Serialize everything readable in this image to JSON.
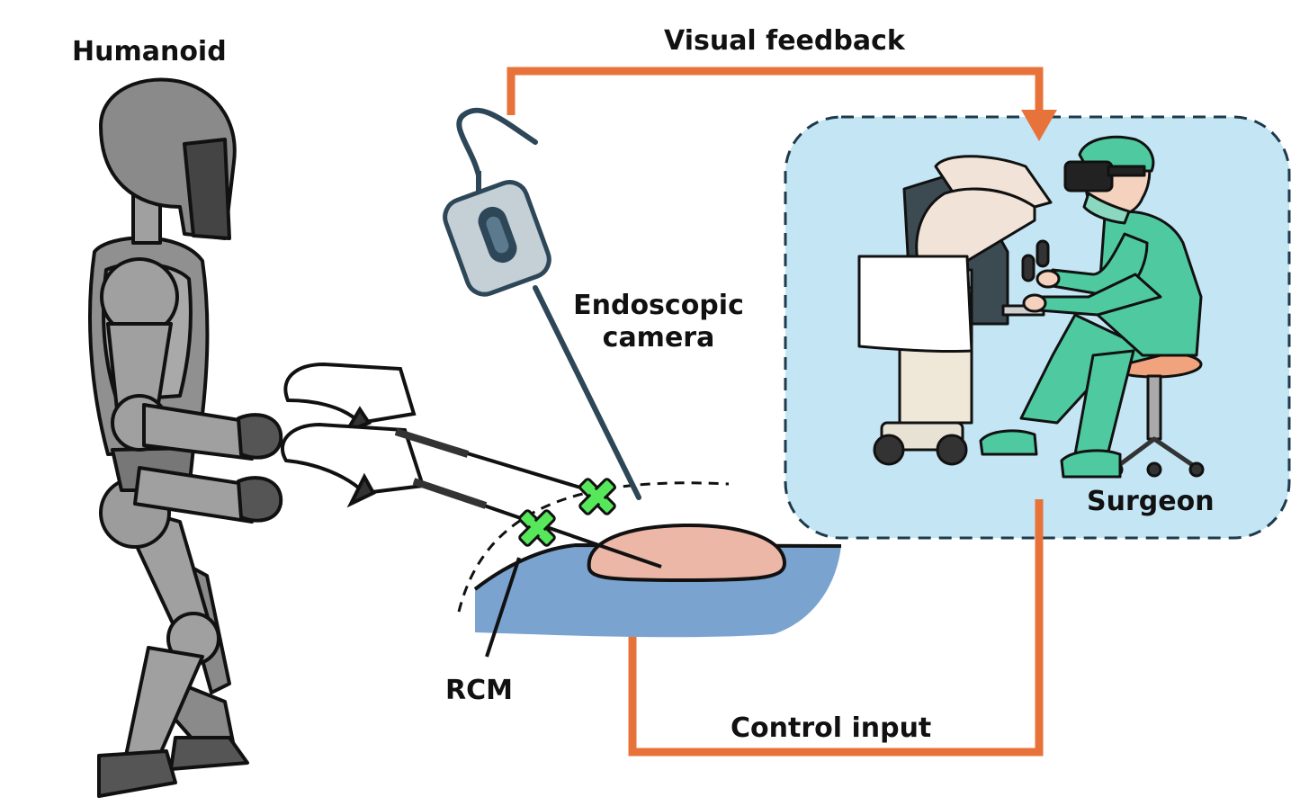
{
  "labels": {
    "humanoid": "Humanoid",
    "visual_feedback": "Visual feedback",
    "endoscopic_camera_line1": "Endoscopic",
    "endoscopic_camera_line2": "camera",
    "surgeon": "Surgeon",
    "rcm": "RCM",
    "control_input": "Control input"
  },
  "colors": {
    "arrow": "#e8733a",
    "panel_fill": "#c3e5f4",
    "panel_border": "#1e3a4c",
    "body_surface": "#7ba3d0",
    "organ": "#ecb7a6",
    "rcm_marker": "#56e85a",
    "robot_gray": "#9c9c9c",
    "robot_dark": "#555555",
    "scrubs": "#4fcaa0",
    "camera_body": "#c5cfd6",
    "outline": "#111111"
  },
  "icons": [
    "humanoid-robot-figure",
    "endoscope-camera-icon",
    "surgical-console-icon",
    "surgeon-figure",
    "rcm-cross-icon"
  ]
}
